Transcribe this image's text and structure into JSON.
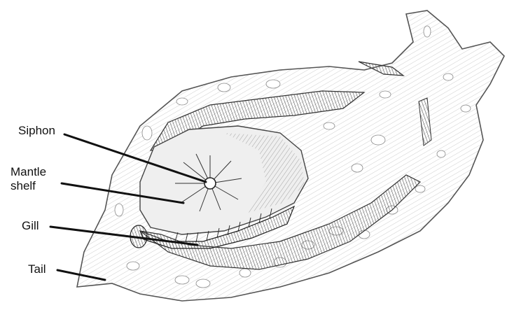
{
  "labels": {
    "siphon": "Siphon",
    "mantle_line1": "Mantle",
    "mantle_line2": "shelf",
    "gill": "Gill",
    "tail": "Tail"
  },
  "colors": {
    "ink": "#111111",
    "engraving_dark": "#555555",
    "engraving_mid": "#8a8a8a",
    "engraving_light": "#c8c8c8",
    "background": "#ffffff"
  },
  "icons": [
    "sea-hare-illustration"
  ]
}
